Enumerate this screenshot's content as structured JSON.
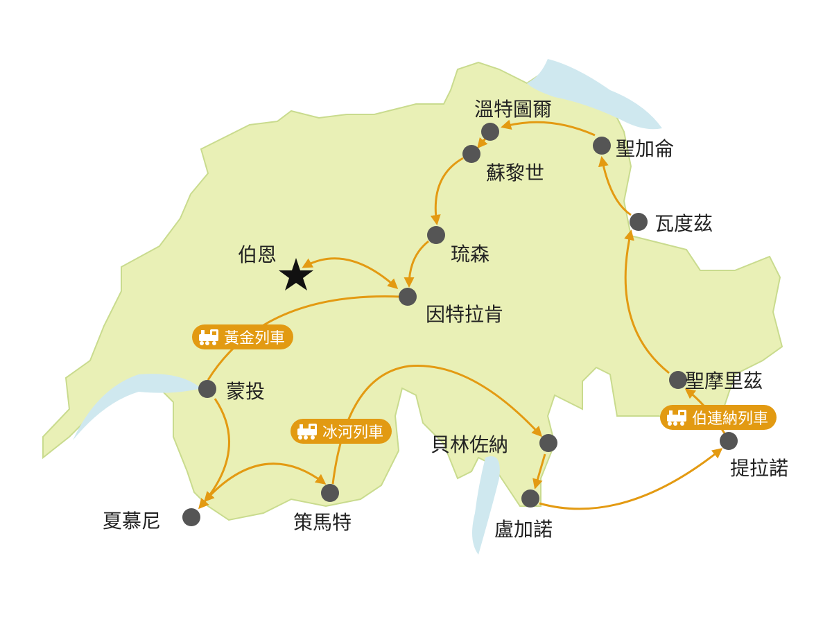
{
  "colors": {
    "land": "#E9F0B6",
    "border": "#C9DB8E",
    "lake": "#CFE8EF",
    "route": "#E39A12",
    "city": "#555555",
    "badge": "#E29A12"
  },
  "cities": {
    "winterthur": "溫特圖爾",
    "zurich": "蘇黎世",
    "stgallen": "聖加侖",
    "vaduz": "瓦度茲",
    "lucerne": "琉森",
    "bern": "伯恩",
    "interlaken": "因特拉肯",
    "montreux": "蒙投",
    "zermatt": "策馬特",
    "chamonix": "夏慕尼",
    "bellinzona": "貝林佐納",
    "lugano": "盧加諾",
    "stmoritz": "聖摩里茲",
    "tirano": "提拉諾"
  },
  "trains": {
    "golden": "黃金列車",
    "glacier": "冰河列車",
    "bernina": "伯連納列車"
  },
  "icons": {
    "capital": "star-icon",
    "train": "train-icon",
    "city": "dot-icon"
  }
}
